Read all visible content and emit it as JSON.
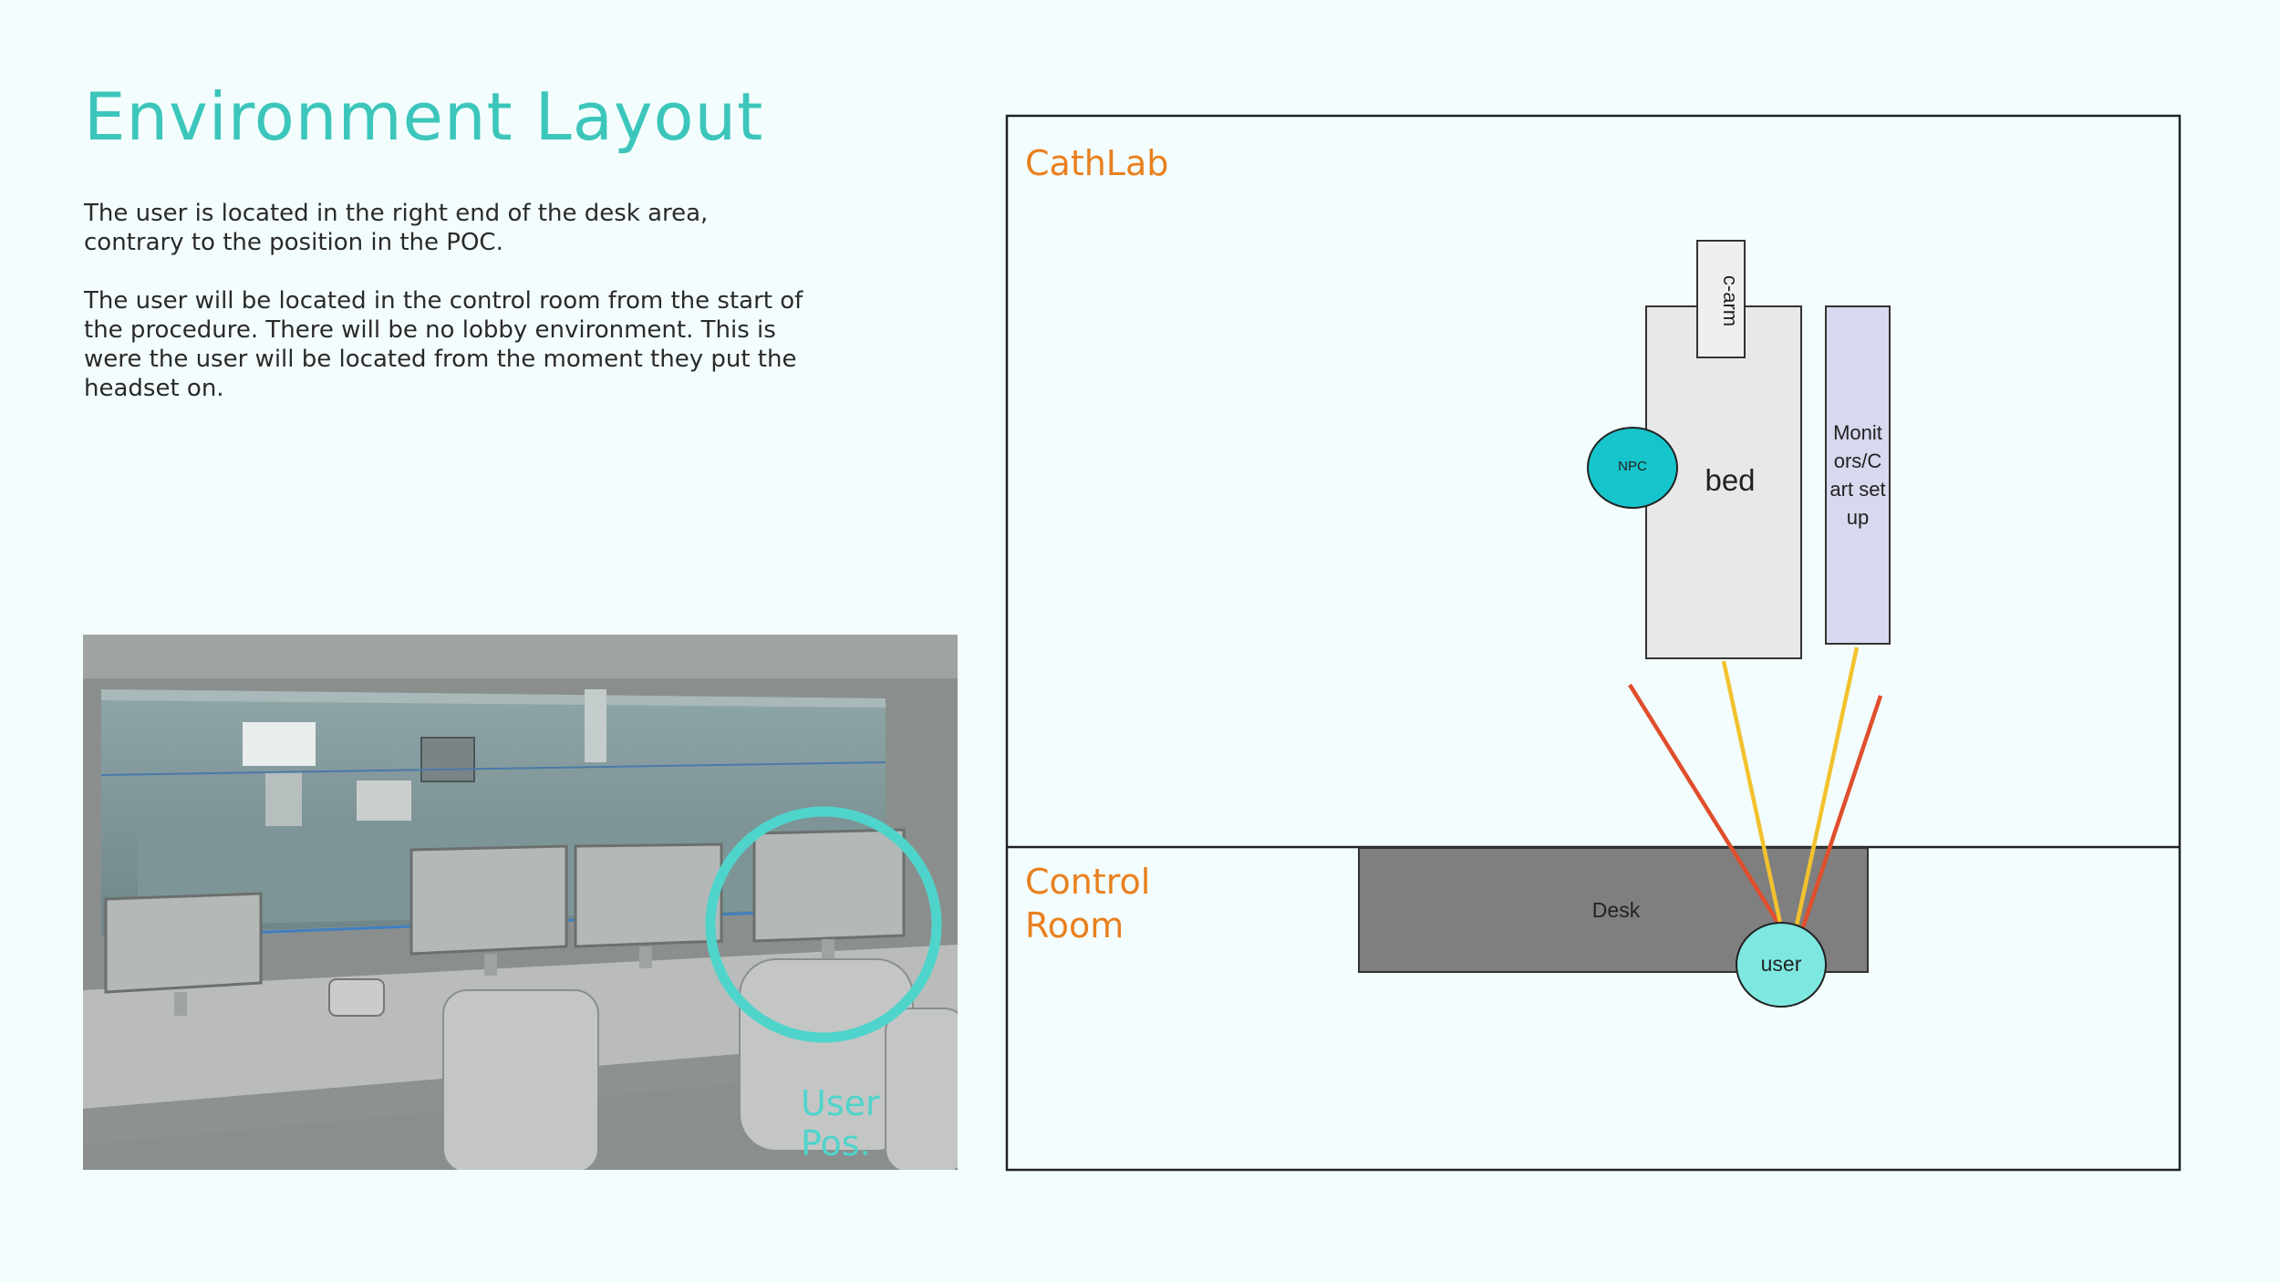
{
  "slide": {
    "title": "Environment Layout",
    "paragraphs": [
      "The user is located in the right end of the desk area, contrary to the position in the POC.",
      "The user will be located in the control room from the start of the procedure. There will be no lobby environment. This is were the user will be located from the moment they put the headset on."
    ]
  },
  "photo": {
    "caption": "User Pos.",
    "highlight_color": "#4fd4cb"
  },
  "diagram": {
    "areas": {
      "cathlab": "CathLab",
      "control_room": "Control\nRoom"
    },
    "objects": {
      "c_arm": "c-arm",
      "bed": "bed",
      "monitors": "Monitors/C art setup",
      "npc": "NPC",
      "desk": "Desk",
      "user": "user"
    },
    "colors": {
      "area_label": "#e8801f",
      "title": "#3cc6bb",
      "npc": "#16c4cc",
      "user": "#7ee8e0",
      "monitors": "#d8d8ef",
      "bed": "#e8e8e8",
      "desk": "#7f7f7f",
      "sight_line_red": "#e04e2c",
      "sight_line_yellow": "#f2c22e"
    }
  }
}
